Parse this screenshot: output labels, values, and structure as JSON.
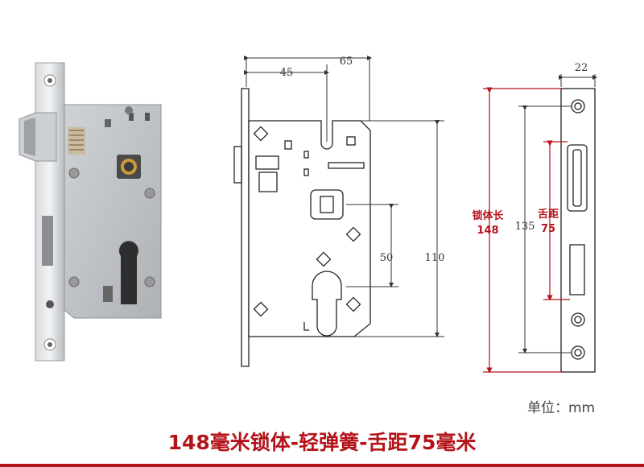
{
  "dimensions": {
    "width_backset_outer": "65",
    "backset": "45",
    "cylinder_to_handle": "50",
    "body_height": "110",
    "faceplate_width": "22",
    "hole_spacing": "135"
  },
  "labels": {
    "lock_body_length_line1": "锁体长",
    "lock_body_length_line2": "148",
    "latch_distance_line1": "舌距",
    "latch_distance_line2": "75"
  },
  "unit_text": "单位：mm",
  "caption": "148毫米锁体-轻弹簧-舌距75毫米",
  "colors": {
    "accent_red": "#b3141a",
    "line_black": "#222222",
    "steel": "#c8cacc"
  }
}
